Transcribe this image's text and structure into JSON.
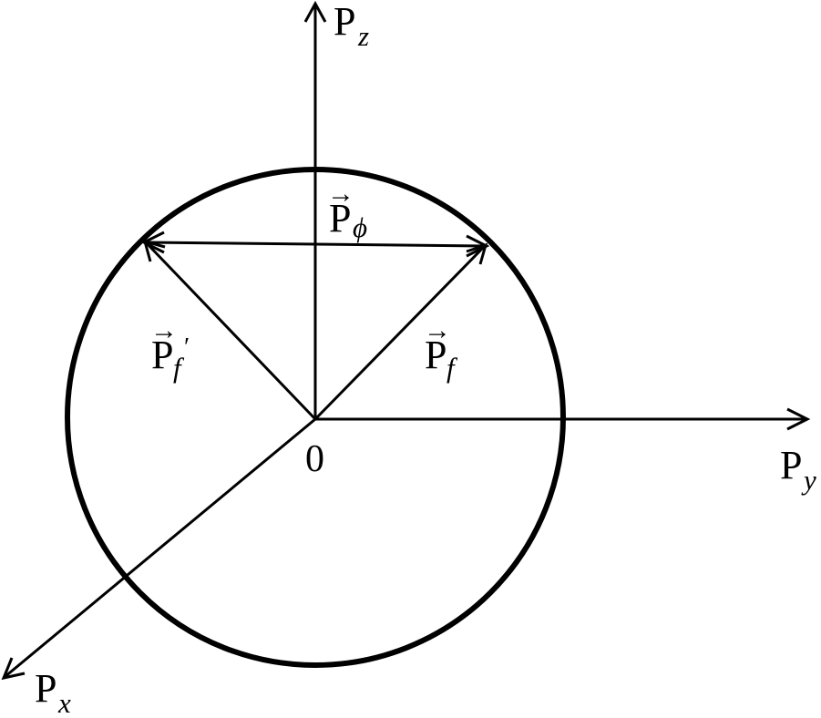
{
  "diagram": {
    "axes": {
      "z": {
        "main": "P",
        "sub": "z"
      },
      "y": {
        "main": "P",
        "sub": "y"
      },
      "x": {
        "main": "P",
        "sub": "x"
      }
    },
    "origin": "0",
    "vectors": {
      "p_phi": {
        "main": "P",
        "sub": "ϕ",
        "arrow": "→"
      },
      "p_f": {
        "main": "P",
        "sub": "f",
        "arrow": "→"
      },
      "p_f_prime": {
        "main": "P",
        "sub": "f",
        "prime": "′",
        "arrow": "→"
      }
    },
    "colors": {
      "stroke": "#000000",
      "background": "#ffffff"
    }
  }
}
